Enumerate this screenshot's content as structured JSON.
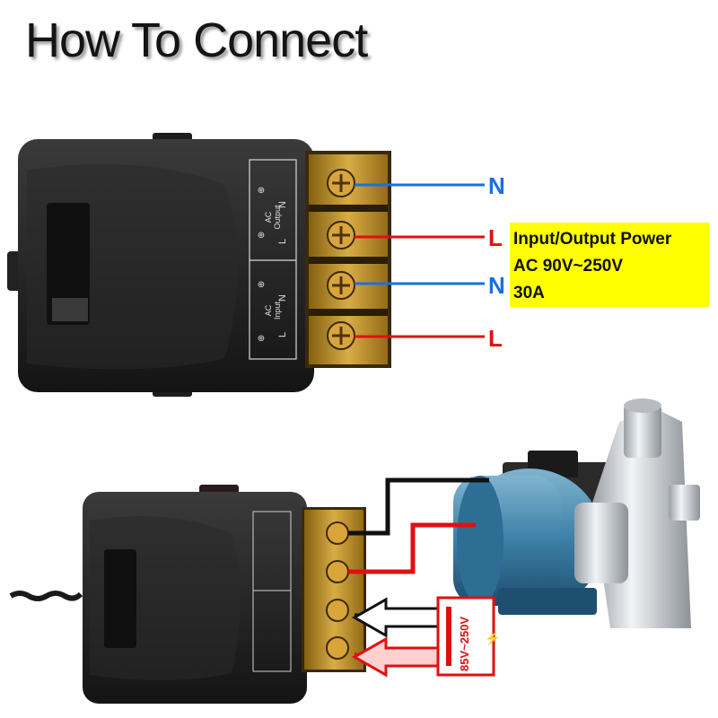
{
  "title": "How To Connect",
  "terminal_block": {
    "output_label_line1": "AC",
    "output_label_line2": "Output",
    "input_label_line1": "AC",
    "input_label_line2": "Input",
    "l_letter": "L",
    "n_letter": "N"
  },
  "wires": [
    {
      "label": "N",
      "color": "#1a6fe0"
    },
    {
      "label": "L",
      "color": "#e01010"
    },
    {
      "label": "N",
      "color": "#1a6fe0"
    },
    {
      "label": "L",
      "color": "#e01010"
    }
  ],
  "spec_box": {
    "line1": "Input/Output Power",
    "line2": "AC 90V~250V",
    "line3": "30A"
  },
  "power_source": {
    "label": "85V~250V",
    "symbol": "⚡"
  }
}
